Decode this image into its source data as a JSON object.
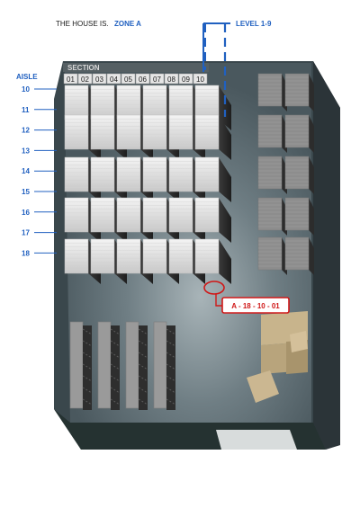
{
  "header": {
    "prefix": "THE HOUSE IS.",
    "zone": "ZONE A"
  },
  "level_label": "LEVEL 1-9",
  "section_label": "SECTION",
  "aisle_label": "AISLE",
  "sections": [
    "01",
    "02",
    "03",
    "04",
    "05",
    "06",
    "07",
    "08",
    "09",
    "10"
  ],
  "aisles": [
    "10",
    "11",
    "12",
    "13",
    "14",
    "15",
    "16",
    "17",
    "18"
  ],
  "location_code": "A - 18 - 10 - 01",
  "colors": {
    "accent_blue": "#2060c0",
    "highlight_red": "#d01818",
    "room_floor": "#4b5a60",
    "rack_top": "#e8e8e8"
  }
}
